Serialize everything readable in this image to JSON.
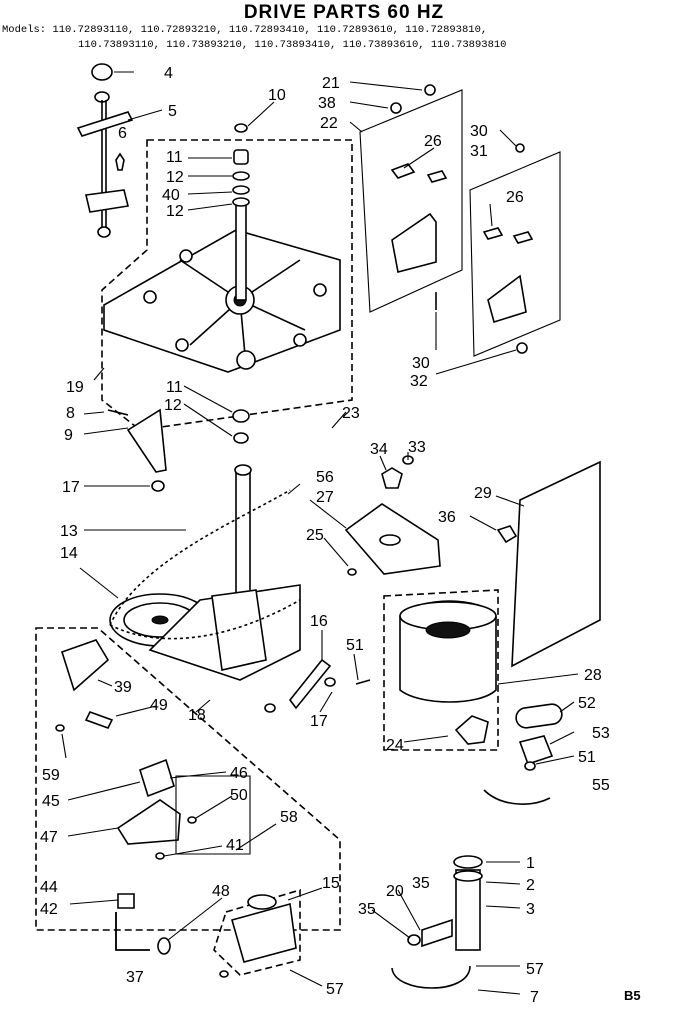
{
  "title": "DRIVE PARTS 60 HZ",
  "models": {
    "line1": "Models: 110.72893110, 110.72893210, 110.72893410, 110.72893610, 110.72893810,",
    "line2": "110.73893110, 110.73893210, 110.73893410, 110.73893610, 110.73893810"
  },
  "callouts": [
    "4",
    "5",
    "6",
    "10",
    "11",
    "12",
    "40",
    "12",
    "19",
    "11",
    "12",
    "8",
    "9",
    "17",
    "23",
    "21",
    "38",
    "22",
    "26",
    "30",
    "31",
    "26",
    "30",
    "32",
    "34",
    "33",
    "56",
    "27",
    "29",
    "36",
    "25",
    "13",
    "14",
    "16",
    "51",
    "28",
    "52",
    "53",
    "51",
    "55",
    "39",
    "49",
    "18",
    "17",
    "24",
    "59",
    "46",
    "45",
    "50",
    "47",
    "41",
    "58",
    "44",
    "42",
    "48",
    "15",
    "20",
    "35",
    "35",
    "1",
    "2",
    "3",
    "37",
    "57",
    "57",
    "7"
  ],
  "page_code": "B5"
}
